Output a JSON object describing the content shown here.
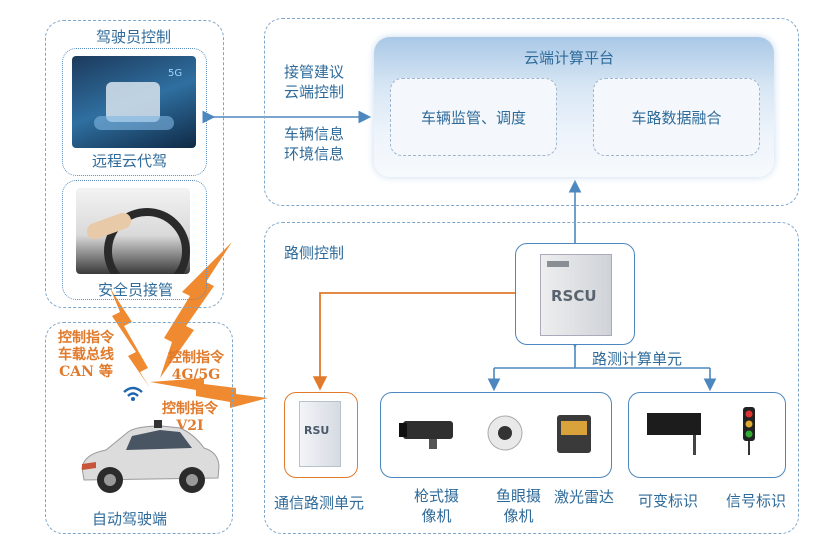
{
  "driver_section": {
    "title": "驾驶员控制",
    "remote_label": "远程云代驾",
    "safety_label": "安全员接管"
  },
  "vehicle_section": {
    "title": "自动驾驶端",
    "cmd_can": [
      "控制指令",
      "车载总线",
      "CAN 等"
    ],
    "cmd_4g5g": [
      "控制指令",
      "4G/5G"
    ],
    "cmd_v2i": [
      "控制指令",
      "V2I"
    ]
  },
  "cloud_section": {
    "title": "云端计算平台",
    "box_left": "车辆监管、调度",
    "box_right": "车路数据融合",
    "text_top": [
      "接管建议",
      "云端控制"
    ],
    "text_bottom": [
      "车辆信息",
      "环境信息"
    ]
  },
  "roadside_section": {
    "title": "路侧控制",
    "rscu_label": "RSCU",
    "compute_unit": "路测计算单元",
    "rsu_label": "RSU",
    "rsu_caption": "通信路测单元",
    "sensors": [
      {
        "label": "枪式摄\n像机",
        "icon": "bullet-camera-icon"
      },
      {
        "label": "鱼眼摄\n像机",
        "icon": "fisheye-camera-icon"
      },
      {
        "label": "激光雷达",
        "icon": "lidar-icon"
      }
    ],
    "signs": [
      {
        "label": "可变标识",
        "icon": "variable-sign-icon"
      },
      {
        "label": "信号标识",
        "icon": "traffic-light-icon"
      }
    ]
  },
  "colors": {
    "blue": "#4d87bf",
    "orange": "#e07a2c",
    "text": "#2f6b9a"
  }
}
